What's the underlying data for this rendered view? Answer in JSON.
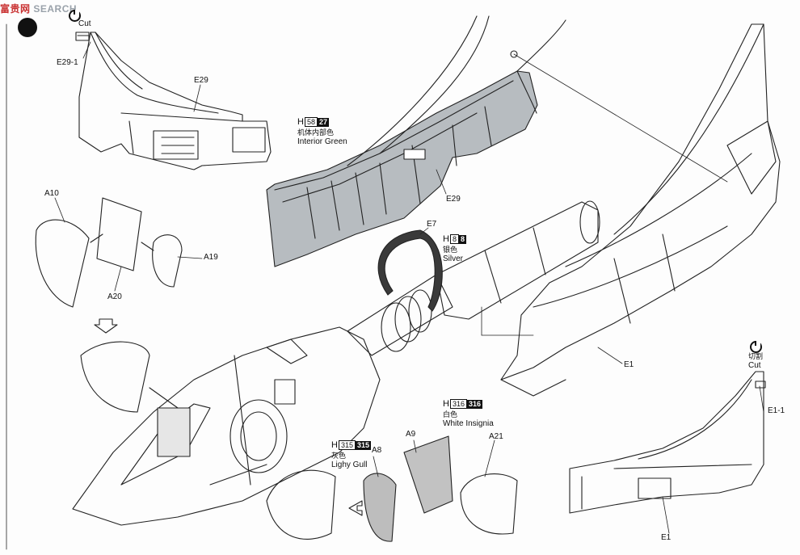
{
  "watermark": {
    "cn": "富贵网",
    "en": "SEARCH"
  },
  "cuts": {
    "top": {
      "label_en": "Cut"
    },
    "right": {
      "label_cn": "切割",
      "label_en": "Cut"
    }
  },
  "parts": {
    "e29_1": "E29-1",
    "e29_top": "E29",
    "e29_main": "E29",
    "a10": "A10",
    "a19": "A19",
    "a20": "A20",
    "e7": "E7",
    "e1": "E1",
    "e1_1": "E1-1",
    "e1_bottom": "E1",
    "a8": "A8",
    "a9": "A9",
    "a21": "A21"
  },
  "colors": {
    "interior_green": {
      "prefix": "H",
      "code1": "58",
      "code2": "27",
      "name_cn": "机体内部色",
      "name_en": "Interior Green",
      "hex": "#b7bcc0"
    },
    "silver": {
      "prefix": "H",
      "code1": "8",
      "code2": "8",
      "name_cn": "银色",
      "name_en": "Silver",
      "hex": "#3a3a3a"
    },
    "white_insignia": {
      "prefix": "H",
      "code1": "316",
      "code2": "316",
      "name_cn": "白色",
      "name_en": "White Insignia",
      "hex": "#c2c2c2"
    },
    "lighy_gull": {
      "prefix": "H",
      "code1": "315",
      "code2": "315",
      "name_cn": "灰色",
      "name_en": "Lighy Gull",
      "hex": "#bdbdbd"
    }
  },
  "icons": [
    "cut-icon",
    "arrow-down-icon",
    "arrow-left-icon",
    "step-badge"
  ]
}
